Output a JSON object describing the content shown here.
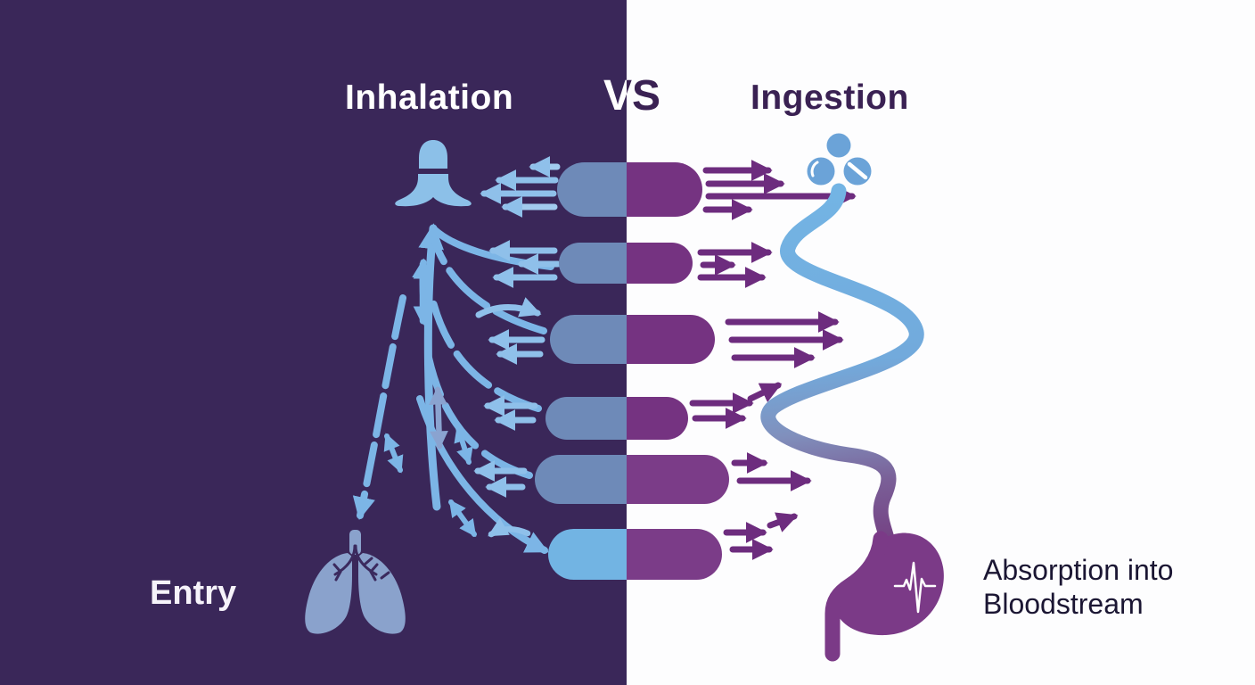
{
  "header": {
    "left_title": "Inhalation",
    "versus": "VS",
    "right_title": "Ingestion"
  },
  "left_panel": {
    "entry_label": "Entry",
    "background_color": "#3a2759",
    "icons": [
      "inhaler-mouthpiece-icon",
      "airway-branches-icon",
      "lungs-icon",
      "capsule-left-half",
      "leftward-arrows"
    ]
  },
  "right_panel": {
    "absorption_label_line1": "Absorption into",
    "absorption_label_line2": "Bloodstream",
    "background_color": "#fdfdfe",
    "icons": [
      "round-pills-icon",
      "digestive-tract-icon",
      "stomach-icon",
      "ecg-line-icon",
      "capsule-right-half",
      "rightward-arrows"
    ]
  },
  "capsule_count": 6,
  "colors": {
    "capsule_left_blue": "#6e8ab8",
    "capsule_bottom_left_blue": "#72b4e3",
    "capsule_right_purple": "#753381",
    "arrow_blue": "#8fc0ea",
    "arrow_purple": "#6d2c7e",
    "esophagus_top_blue": "#73b4e4",
    "esophagus_bottom_purple": "#743f82",
    "stomach_purple": "#7b3a87",
    "lungs_blue": "#8aa2cc",
    "round_pill_blue": "#6ba3d8",
    "title_white": "#ffffff",
    "title_dark_purple": "#3a2153"
  }
}
